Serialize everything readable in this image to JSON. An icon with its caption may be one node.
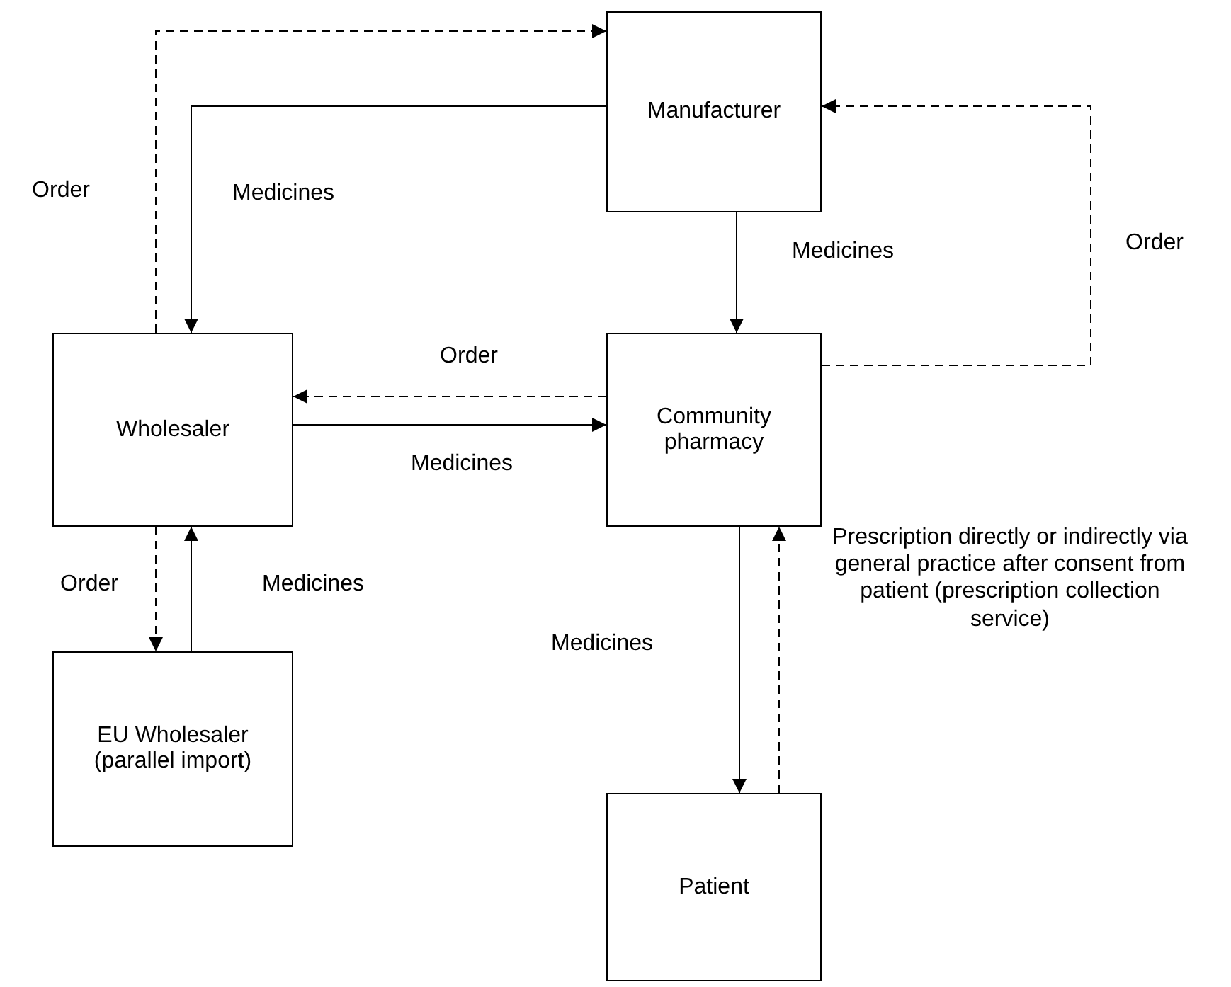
{
  "diagram": {
    "nodes": [
      {
        "text": [
          "Manufacturer"
        ]
      },
      {
        "text": [
          "Wholesaler"
        ]
      },
      {
        "text": [
          "Community pharmacy"
        ]
      },
      {
        "text": [
          "EU Wholesaler (parallel import)"
        ]
      },
      {
        "text": [
          "Patient"
        ]
      }
    ],
    "edges": [
      {
        "from": 1,
        "to": 0,
        "arrow": "to",
        "label": "Order",
        "style": "dashed"
      },
      {
        "from": 0,
        "to": 1,
        "arrow": "to",
        "label": "Medicines"
      },
      {
        "from": 0,
        "to": 2,
        "arrow": "to",
        "label": "Medicines"
      },
      {
        "from": 2,
        "to": 0,
        "arrow": "to",
        "label": "Order",
        "style": "dashed"
      },
      {
        "from": 2,
        "to": 1,
        "arrow": "to",
        "label": "Order",
        "style": "dashed"
      },
      {
        "from": 1,
        "to": 2,
        "arrow": "to",
        "label": "Medicines"
      },
      {
        "from": 1,
        "to": 3,
        "arrow": "to",
        "label": "Order",
        "style": "dashed"
      },
      {
        "from": 3,
        "to": 1,
        "arrow": "to",
        "label": "Medicines"
      },
      {
        "from": 2,
        "to": 4,
        "arrow": "to",
        "label": "Medicines"
      },
      {
        "from": 4,
        "to": 2,
        "arrow": "to",
        "label": "Prescription directly or indirectly via general practice after consent from patient (prescription collection service)",
        "style": "dashed"
      }
    ]
  }
}
